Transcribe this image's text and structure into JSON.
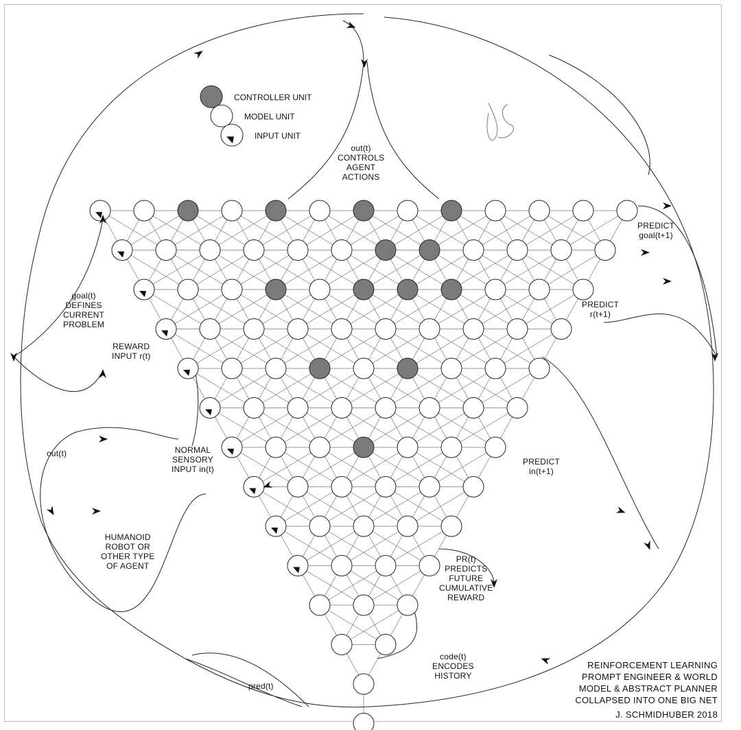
{
  "colors": {
    "controller": "#7a7a7a",
    "model": "#ffffff",
    "stroke": "#222222",
    "frame": "#b8b8b8"
  },
  "legend": {
    "controller": "CONTROLLER UNIT",
    "model": "MODEL UNIT",
    "input": "INPUT UNIT"
  },
  "labels": {
    "out_top": [
      "out(t)",
      "CONTROLS",
      "AGENT",
      "ACTIONS"
    ],
    "predict_goal": [
      "PREDICT",
      "goal(t+1)"
    ],
    "predict_r": [
      "PREDICT",
      "r(t+1)"
    ],
    "goal": [
      "goal(t)",
      "DEFINES",
      "CURRENT",
      "PROBLEM"
    ],
    "reward": [
      "REWARD",
      "INPUT r(t)"
    ],
    "out_left": [
      "out(t)"
    ],
    "normal": [
      "NORMAL",
      "SENSORY",
      "INPUT in(t)"
    ],
    "predict_in": [
      "PREDICT",
      "in(t+1)"
    ],
    "humanoid": [
      "HUMANOID",
      "ROBOT OR",
      "OTHER TYPE",
      "OF AGENT"
    ],
    "pr": [
      "PR(t)",
      "PREDICTS",
      "FUTURE",
      "CUMULATIVE",
      "REWARD"
    ],
    "code": [
      "code(t)",
      "ENCODES",
      "HISTORY"
    ],
    "pred": [
      "pred(t)"
    ]
  },
  "credit": {
    "lines": [
      "REINFORCEMENT LEARNING",
      "PROMPT ENGINEER & WORLD",
      "MODEL & ABSTRACT PLANNER",
      "COLLAPSED INTO ONE BIG NET"
    ],
    "author": "J. SCHMIDHUBER 2018"
  },
  "network": {
    "rows": 14,
    "input_units_per_row": [
      1,
      1,
      1,
      1,
      1,
      1,
      1,
      1,
      1,
      1,
      0,
      0,
      0,
      0
    ],
    "controller_units": [
      [
        0,
        2
      ],
      [
        0,
        4
      ],
      [
        0,
        6
      ],
      [
        0,
        8
      ],
      [
        1,
        6
      ],
      [
        1,
        7
      ],
      [
        2,
        3
      ],
      [
        2,
        5
      ],
      [
        2,
        6
      ],
      [
        2,
        7
      ],
      [
        4,
        3
      ],
      [
        4,
        5
      ],
      [
        6,
        3
      ]
    ]
  }
}
